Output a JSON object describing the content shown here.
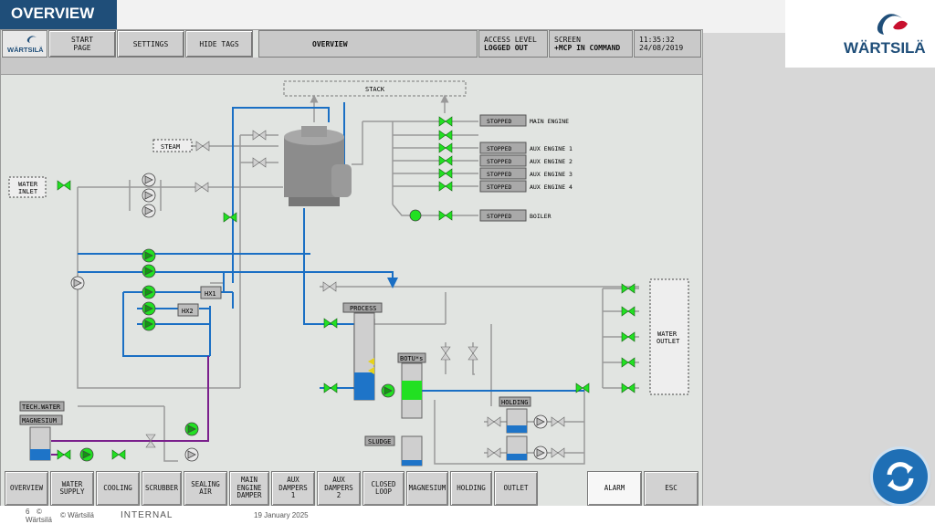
{
  "slide": {
    "title": "OVERVIEW",
    "page_number": "6",
    "copyright_symbol": "©",
    "company": "Wärtsilä",
    "footer_copyright": "© Wärtsilä",
    "classification": "INTERNAL",
    "date": "19 January 2025"
  },
  "brand": {
    "logo_text": "WÄRTSILÄ",
    "small_logo_text": "WÄRTSILÄ",
    "color": "#1f4e79"
  },
  "header": {
    "start_page": "START\nPAGE",
    "settings": "SETTINGS",
    "hide_tags": "HIDE TAGS",
    "screen_title": "OVERVIEW",
    "access_level_label": "ACCESS LEVEL",
    "access_level_value": "LOGGED OUT",
    "screen_label": "SCREEN",
    "screen_value": "+MCP IN COMMAND",
    "time": "11:35:32",
    "date": "24/08/2019"
  },
  "diagram": {
    "stack": "STACK",
    "steam": "STEAM",
    "water_inlet": "WATER\nINLET",
    "water_outlet": "WATER\nOUTLET",
    "hx1": "HX1",
    "hx2": "HX2",
    "process": "PROCESS",
    "botu": "BOTU*s",
    "sludge": "SLUDGE",
    "holding": "HOLDING",
    "tech_water": "TECH.WATER",
    "magnesium": "MAGNESIUM",
    "engines": [
      {
        "status": "STOPPED",
        "name": "MAIN ENGINE"
      },
      {
        "status": "STOPPED",
        "name": "AUX ENGINE 1"
      },
      {
        "status": "STOPPED",
        "name": "AUX ENGINE 2"
      },
      {
        "status": "STOPPED",
        "name": "AUX ENGINE 3"
      },
      {
        "status": "STOPPED",
        "name": "AUX ENGINE 4"
      },
      {
        "status": "STOPPED",
        "name": "BOILER"
      }
    ],
    "colors": {
      "blue_line": "#1a6fc4",
      "gray_line": "#9a9a9a",
      "purple_line": "#7a1f8c",
      "valve_green": "#22e022",
      "tank_blue": "#1e74c8"
    }
  },
  "bottom_nav": {
    "overview": "OVERVIEW",
    "water_supply": "WATER\nSUPPLY",
    "cooling": "COOLING",
    "scrubber": "SCRUBBER",
    "sealing_air": "SEALING\nAIR",
    "main_engine_damper": "MAIN\nENGINE\nDAMPER",
    "aux_dampers_1": "AUX\nDAMPERS\n1",
    "aux_dampers_2": "AUX\nDAMPERS\n2",
    "closed_loop": "CLOSED\nLOOP",
    "magnesium": "MAGNESIUM",
    "holding": "HOLDING",
    "outlet": "OUTLET",
    "alarm": "ALARM",
    "esc": "ESC"
  },
  "icons": {
    "refresh": "refresh-icon",
    "logo": "wartsila-logo-icon"
  }
}
